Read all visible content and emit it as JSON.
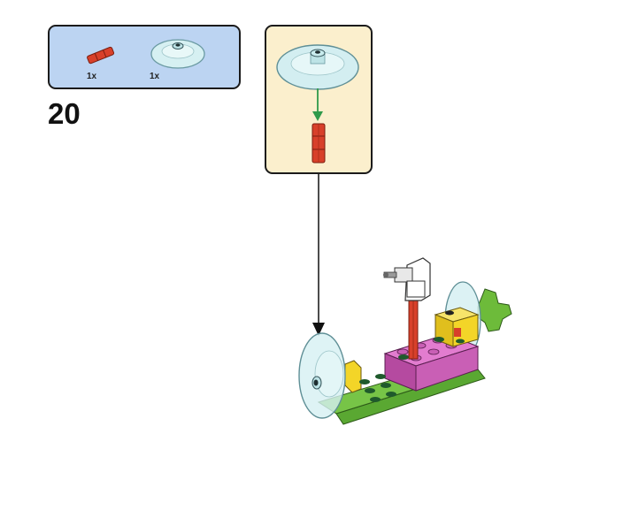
{
  "step": {
    "number": "20"
  },
  "parts_list": [
    {
      "part": "red-axle-connector",
      "quantity": "1x"
    },
    {
      "part": "trans-clear-round-dish",
      "quantity": "1x"
    }
  ],
  "colors": {
    "panel_parts_bg": "#bcd4f2",
    "panel_callout_bg": "#fbefcd",
    "red_part": "#d8402a",
    "trans_clear_part": "#cfeef0",
    "arrow_green": "#2f9a4a",
    "lime_green": "#6dbb3a",
    "magenta": "#c94fae",
    "yellow": "#f3d528",
    "dark_green": "#1f5a2c"
  }
}
